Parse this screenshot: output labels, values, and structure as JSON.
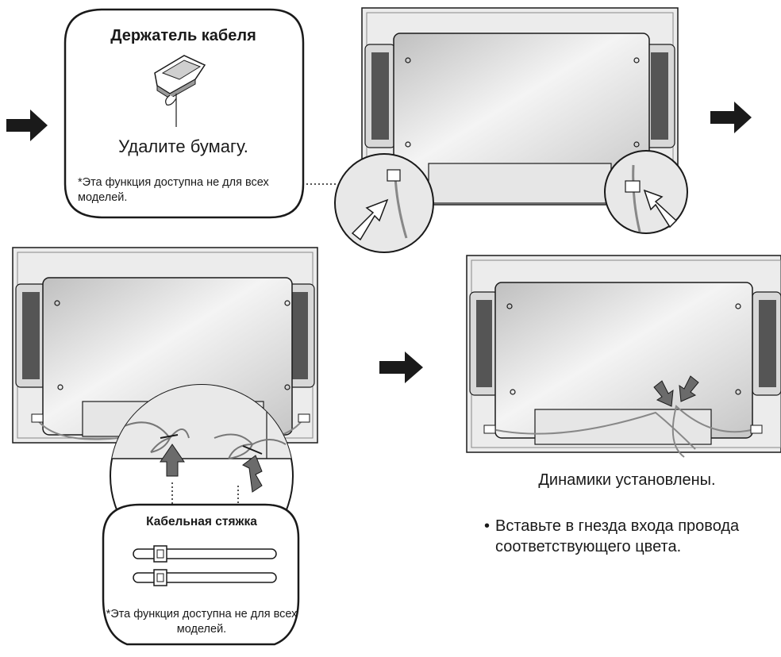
{
  "cable_holder": {
    "title": "Держатель кабеля",
    "instruction": "Удалите бумагу.",
    "note": "*Эта функция доступна не для всех моделей."
  },
  "cable_tie": {
    "title": "Кабельная стяжка",
    "note": "*Эта функция доступна не для всех моделей."
  },
  "result": {
    "caption": "Динамики установлены.",
    "bullet": "•",
    "instruction": "Вставьте в гнезда входа провода соответствующего цвета."
  },
  "colors": {
    "frame_fill": "#ededed",
    "panel_fill": "#d9d9d9",
    "speaker_fill": "#555555",
    "arrow_dark": "#6b6b6b",
    "line": "#1a1a1a"
  }
}
